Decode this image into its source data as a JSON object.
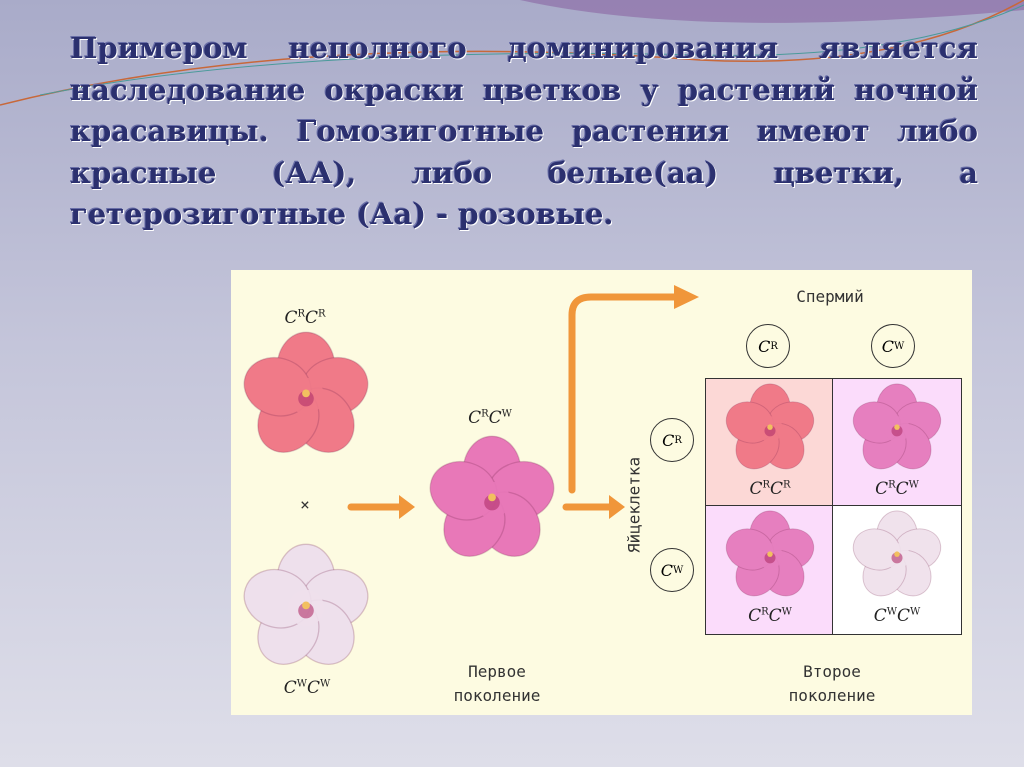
{
  "title_lines": [
    "Примером неполного доминирования является",
    "наследование окраски цветков у растений ночной",
    "красавицы. Гомозиготные растения имеют либо",
    "красные (АА), либо белые(аа) цветки, а",
    "гетерозиготные (Аа) - розовые."
  ],
  "diagram": {
    "parent_red": {
      "base": "C",
      "a1": "R",
      "a2": "R",
      "color": "#f07a88"
    },
    "cross_symbol": "×",
    "parent_white": {
      "base": "C",
      "a1": "W",
      "a2": "W",
      "color": "#eee0ec"
    },
    "f1": {
      "base": "C",
      "a1": "R",
      "a2": "W",
      "color": "#e878b8"
    },
    "first_gen": [
      "Первое",
      "поколение"
    ],
    "second_gen": [
      "Второе",
      "поколение"
    ],
    "sperm_label": "Спермий",
    "egg_label": "Яйцеклетка",
    "sperm_alleles": [
      {
        "base": "C",
        "sup": "R"
      },
      {
        "base": "C",
        "sup": "W"
      }
    ],
    "egg_alleles": [
      {
        "base": "C",
        "sup": "R"
      },
      {
        "base": "C",
        "sup": "W"
      }
    ],
    "punnett": [
      {
        "base": "C",
        "a1": "R",
        "a2": "R",
        "color": "#f07a88",
        "bg": "#fcd8d6"
      },
      {
        "base": "C",
        "a1": "R",
        "a2": "W",
        "color": "#e67fbf",
        "bg": "#fbdcfb"
      },
      {
        "base": "C",
        "a1": "R",
        "a2": "W",
        "color": "#e67fbf",
        "bg": "#fbdcfb"
      },
      {
        "base": "C",
        "a1": "W",
        "a2": "W",
        "color": "#f0e2ec",
        "bg": "#ffffff"
      }
    ],
    "arrow_color": "#f0963a"
  }
}
